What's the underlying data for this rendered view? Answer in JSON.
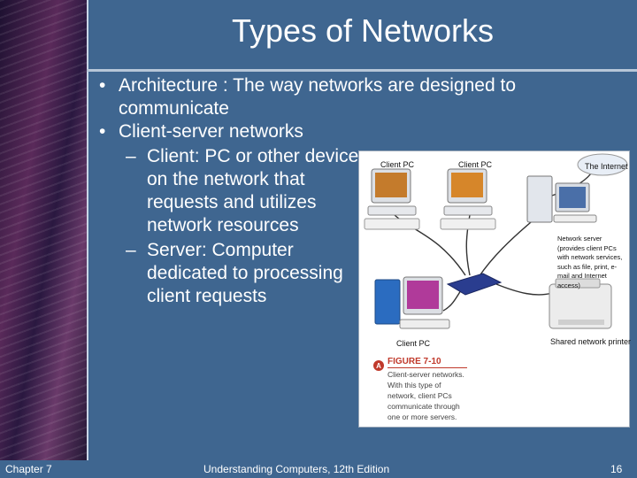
{
  "slide": {
    "title": "Types of Networks",
    "bullets": [
      "Architecture : The way networks are designed to communicate",
      "Client-server networks"
    ],
    "sub_bullets": [
      "Client: PC or other device on the network that requests and utilizes network resources",
      "Server: Computer dedicated to processing client requests"
    ]
  },
  "figure": {
    "labels": {
      "client_pc_1": "Client PC",
      "client_pc_2": "Client PC",
      "internet": "The Internet",
      "server": "Network server (provides client PCs with network services, such as file, print, e-mail and Internet access)",
      "client_pc_3": "Client PC",
      "printer": "Shared network printer"
    },
    "caption_title": "FIGURE 7-10",
    "caption_body": "Client-server networks. With this type of network, client PCs communicate through one or more servers."
  },
  "footer": {
    "chapter": "Chapter 7",
    "book": "Understanding Computers, 12th Edition",
    "page": "16"
  },
  "colors": {
    "background": "#3f6690",
    "caption_accent": "#c0392b"
  }
}
